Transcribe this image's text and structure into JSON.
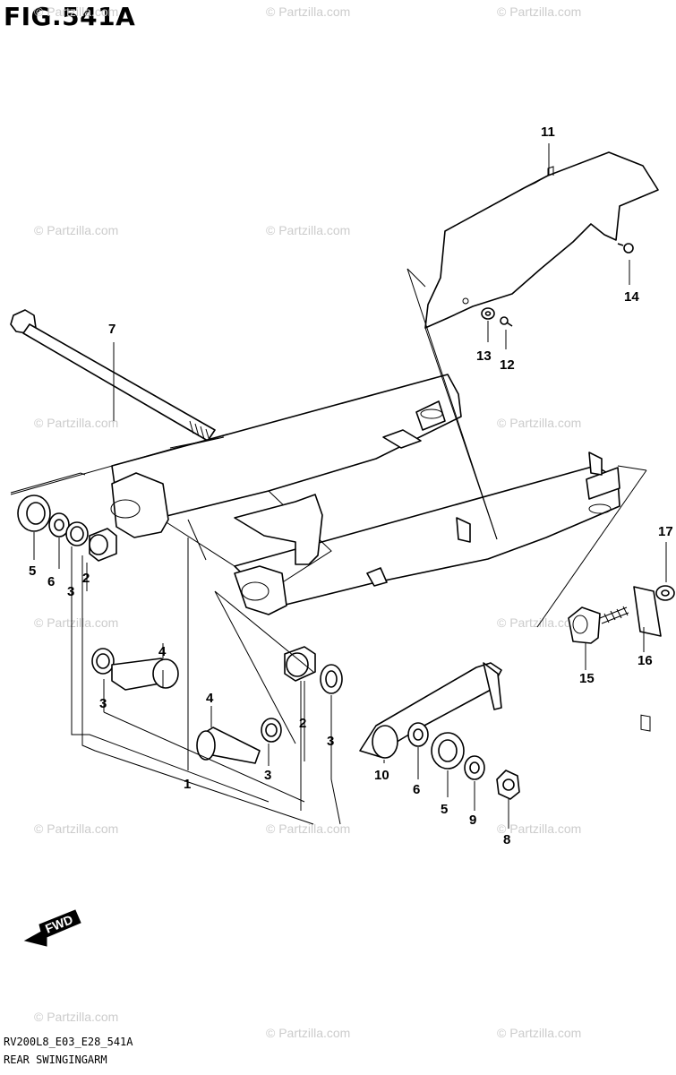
{
  "figure": {
    "title": "FIG.541A",
    "code": "RV200L8_E03_E28_541A",
    "name": "REAR SWINGINGARM"
  },
  "watermark": "© Partzilla.com",
  "direction_badge": "FWD",
  "callouts": [
    "1",
    "2",
    "2",
    "3",
    "3",
    "3",
    "3",
    "4",
    "4",
    "5",
    "5",
    "6",
    "6",
    "7",
    "8",
    "9",
    "10",
    "11",
    "12",
    "13",
    "14",
    "15",
    "16",
    "17"
  ]
}
